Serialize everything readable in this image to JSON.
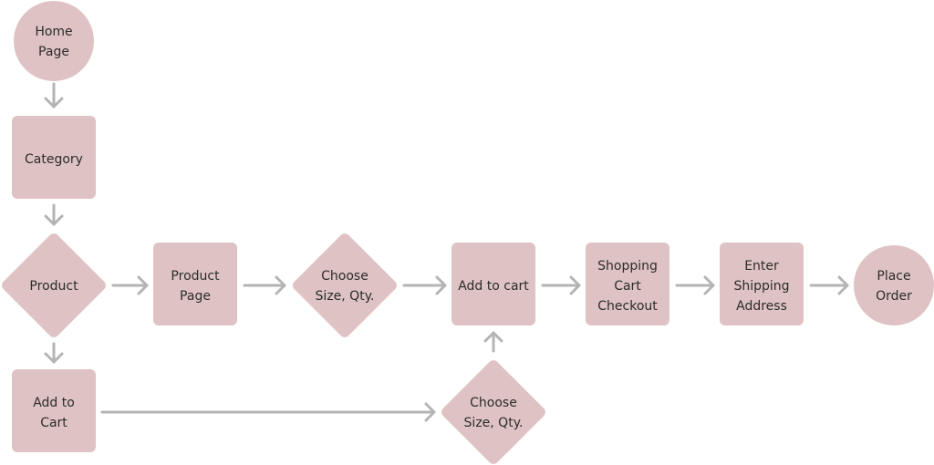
{
  "colors": {
    "node_fill": "#dfc3c4",
    "arrow": "#b4b4b4",
    "text": "#2b2b2b"
  },
  "nodes": {
    "home_page": {
      "lines": [
        "Home",
        "Page"
      ]
    },
    "category": {
      "lines": [
        "Category"
      ]
    },
    "product": {
      "lines": [
        "Product"
      ]
    },
    "product_page": {
      "lines": [
        "Product",
        "Page"
      ]
    },
    "choose_size_1": {
      "lines": [
        "Choose",
        "Size, Qty."
      ]
    },
    "add_to_cart_main": {
      "lines": [
        "Add to cart"
      ]
    },
    "shopping_cart_checkout": {
      "lines": [
        "Shopping",
        "Cart",
        "Checkout"
      ]
    },
    "enter_shipping_address": {
      "lines": [
        "Enter",
        "Shipping",
        "Address"
      ]
    },
    "place_order": {
      "lines": [
        "Place",
        "Order"
      ]
    },
    "add_to_cart_quick": {
      "lines": [
        "Add to",
        "Cart"
      ]
    },
    "choose_size_2": {
      "lines": [
        "Choose",
        "Size, Qty."
      ]
    }
  }
}
